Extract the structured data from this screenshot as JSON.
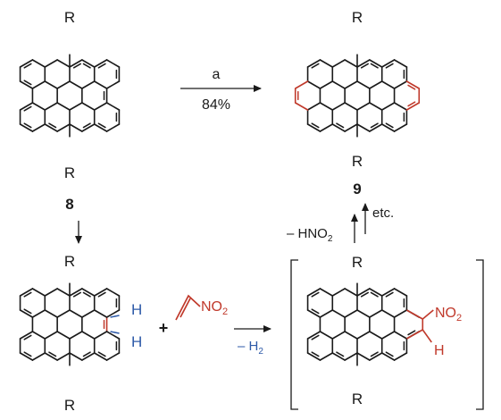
{
  "substituent": "R",
  "compounds": {
    "c8": {
      "number": "8"
    },
    "c9": {
      "number": "9"
    }
  },
  "arrow_a": {
    "reagent": "a",
    "yield": "84%"
  },
  "arrow_elimination": {
    "label_prefix": "– HNO",
    "label_subscript": "2"
  },
  "arrow_continue": {
    "label": "etc."
  },
  "reagent": {
    "plus": "+",
    "no2_prefix": "NO",
    "no2_subscript": "2"
  },
  "arrow_dehydro": {
    "label_prefix": "– H",
    "label_subscript": "2"
  },
  "intermediate": {
    "no2_prefix": "NO",
    "no2_subscript": "2",
    "hydrogen": "H"
  },
  "bay_hydrogens": [
    "H",
    "H"
  ],
  "colors": {
    "ink": "#1a1a1a",
    "new_ring": "#c0392b",
    "hydrogen_loss": "#2e5aa8"
  }
}
